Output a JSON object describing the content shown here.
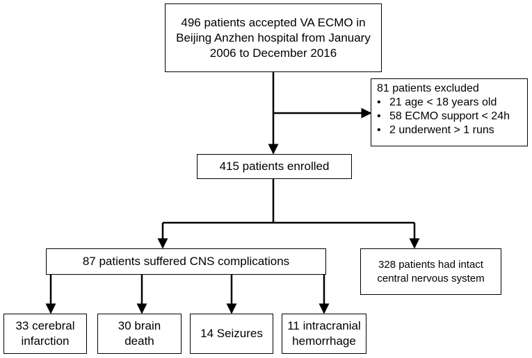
{
  "nodes": {
    "top": {
      "lines": [
        "496 patients accepted VA ECMO in",
        "Beijing Anzhen  hospital from January",
        "2006 to December 2016"
      ]
    },
    "excluded": {
      "title": "81 patients excluded",
      "items": [
        "21 age < 18 years old",
        "58 ECMO support < 24h",
        "2 underwent  > 1 runs"
      ]
    },
    "enrolled": {
      "label": "415 patients enrolled"
    },
    "cns": {
      "label": "87 patients suffered CNS complications"
    },
    "intact": {
      "lines": [
        "328 patients had intact",
        "central nervous system"
      ]
    },
    "infarction": {
      "lines": [
        "33 cerebral",
        "infarction"
      ]
    },
    "brain_death": {
      "lines": [
        "30 brain",
        "death"
      ]
    },
    "seizures": {
      "lines": [
        "14 Seizures"
      ]
    },
    "hemorrhage": {
      "lines": [
        "11 intracranial",
        "hemorrhage"
      ]
    }
  }
}
